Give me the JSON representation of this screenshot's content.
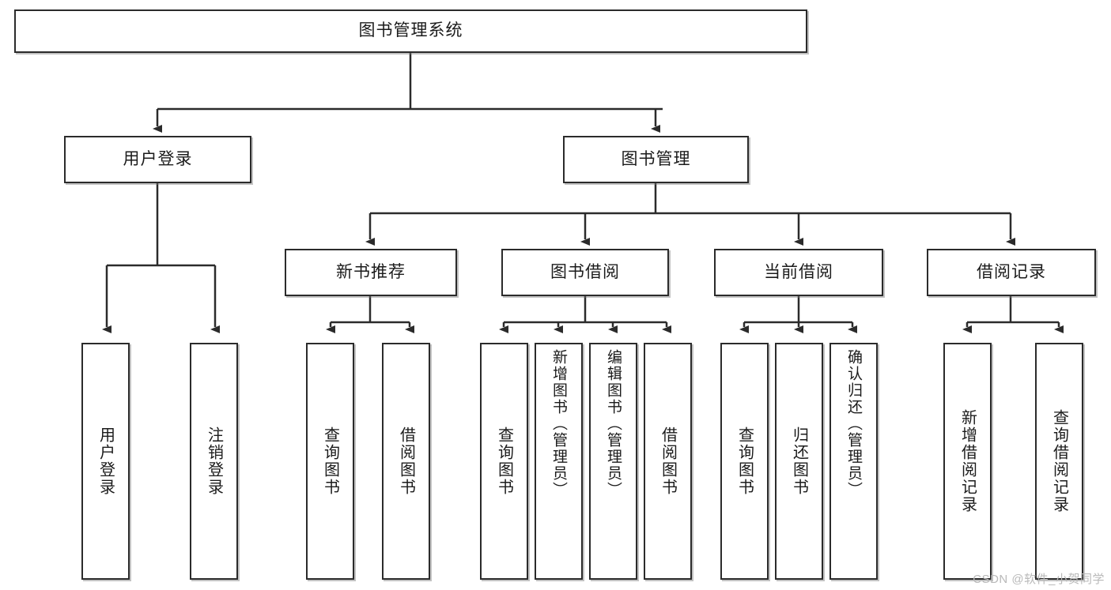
{
  "diagram": {
    "title": "图书管理系统",
    "watermark": "CSDN @软件_小贺同学",
    "colors": {
      "border": "#2b2b2b",
      "fill": "#ffffff",
      "text": "#1b1b1b",
      "watermark": "#b9b9b9",
      "edge": "#2b2b2b"
    },
    "levels": {
      "root": "图书管理系统",
      "level1": [
        "用户登录",
        "图书管理"
      ],
      "level2": [
        "新书推荐",
        "图书借阅",
        "当前借阅",
        "借阅记录"
      ]
    },
    "nodes": {
      "root": {
        "label": "图书管理系统"
      },
      "user_login": {
        "label": "用户登录"
      },
      "book_manage": {
        "label": "图书管理"
      },
      "new_book_rec": {
        "label": "新书推荐"
      },
      "book_borrow": {
        "label": "图书借阅"
      },
      "current_borrow": {
        "label": "当前借阅"
      },
      "borrow_record": {
        "label": "借阅记录"
      },
      "leaf_user_login": {
        "label": "用户登录"
      },
      "leaf_user_logout": {
        "label": "注销登录"
      },
      "leaf_rec_query_book": {
        "label": "查询图书"
      },
      "leaf_rec_borrow_book": {
        "label": "借阅图书"
      },
      "leaf_borrow_query_book": {
        "label": "查询图书"
      },
      "leaf_borrow_add_book": {
        "label": "新增图书（管理员）"
      },
      "leaf_borrow_edit_book": {
        "label": "编辑图书（管理员）"
      },
      "leaf_borrow_borrow_book": {
        "label": "借阅图书"
      },
      "leaf_current_query_book": {
        "label": "查询图书"
      },
      "leaf_current_return_book": {
        "label": "归还图书"
      },
      "leaf_current_confirm_return": {
        "label": "确认归还（管理员）"
      },
      "leaf_record_add": {
        "label": "新增借阅记录"
      },
      "leaf_record_query": {
        "label": "查询借阅记录"
      }
    }
  }
}
